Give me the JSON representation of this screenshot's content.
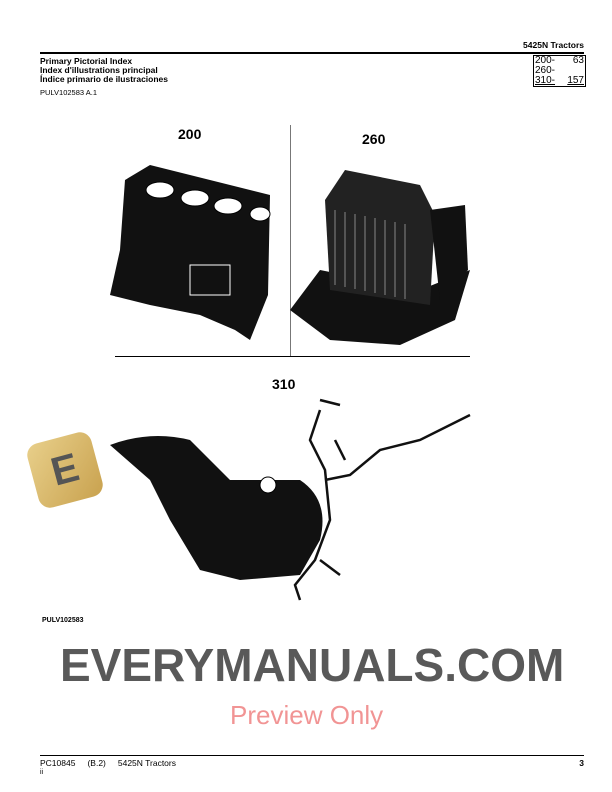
{
  "header": {
    "title": "5425N Tractors"
  },
  "section": {
    "titles": [
      "Primary Pictorial Index",
      "Index d'illustrations principal",
      "Índice primario de ilustraciones"
    ],
    "code": "PULV102583 A.1"
  },
  "index_box": [
    {
      "group": "200-",
      "page": "63"
    },
    {
      "group": "260-",
      "page": ""
    },
    {
      "group": "310-",
      "page": "157"
    }
  ],
  "figures": {
    "labels": [
      "200",
      "260",
      "310"
    ],
    "illustration_id": "PULV102583"
  },
  "watermark": {
    "logo": "E",
    "text": "EVERYMANUALS.COM",
    "preview": "Preview Only"
  },
  "footer": {
    "doc": "PC10845",
    "rev": "(B.2)",
    "model": "5425N Tractors",
    "sub": "ii",
    "page": "3"
  }
}
